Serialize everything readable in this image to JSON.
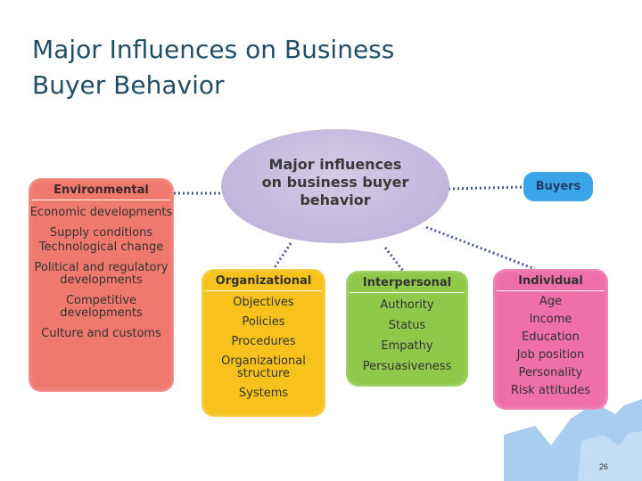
{
  "slide": {
    "title_line1": "Major Influences on Business",
    "title_line2": "Buyer Behavior",
    "page_number": "26"
  },
  "diagram": {
    "center": "Major influences on business buyer behavior",
    "buyers": "Buyers",
    "environmental": {
      "heading": "Environmental",
      "items": [
        "Economic developments",
        "Supply conditions",
        "Technological change",
        "Political and regulatory developments",
        "Competitive developments",
        "Culture and customs"
      ]
    },
    "organizational": {
      "heading": "Organizational",
      "items": [
        "Objectives",
        "Policies",
        "Procedures",
        "Organizational structure",
        "Systems"
      ]
    },
    "interpersonal": {
      "heading": "Interpersonal",
      "items": [
        "Authority",
        "Status",
        "Empathy",
        "Persuasiveness"
      ]
    },
    "individual": {
      "heading": "Individual",
      "items": [
        "Age",
        "Income",
        "Education",
        "Job position",
        "Personality",
        "Risk attitudes"
      ]
    }
  },
  "colors": {
    "title": "#1f4e66",
    "environmental": "#f0796f",
    "organizational": "#f6c21b",
    "interpersonal": "#8fc84a",
    "individual": "#ef6fa8",
    "buyers": "#3aa6e8",
    "center": "#c2b6dc",
    "connector": "#4a5a8a"
  }
}
